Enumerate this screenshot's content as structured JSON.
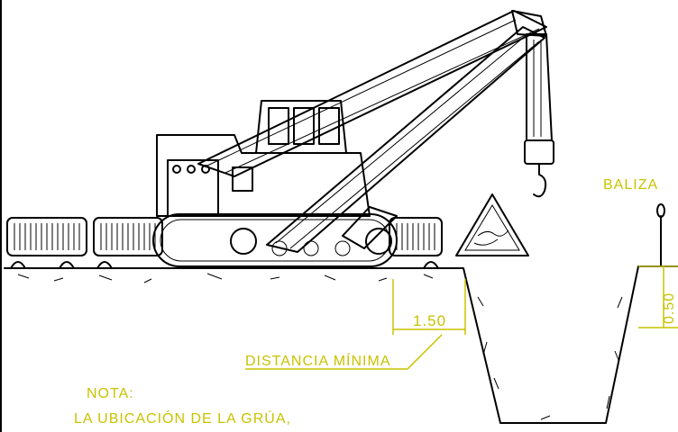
{
  "labels": {
    "beacon": "BALIZA",
    "dim_distance": "1.50",
    "dim_height": "0.50",
    "min_distance": "DISTANCIA MÍNIMA",
    "note_title": "NOTA:",
    "note_line1": "LA UBICACIÓN DE LA GRÚA,"
  },
  "colors": {
    "annotation": "#c9c200",
    "line": "#000000",
    "background": "#ffffff"
  }
}
